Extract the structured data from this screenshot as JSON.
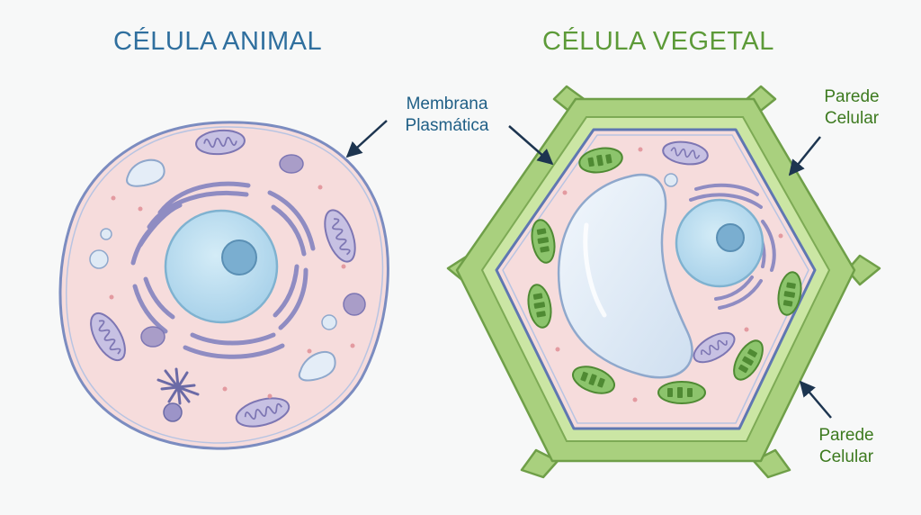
{
  "titles": {
    "animal_cell": "CÉLULA ANIMAL",
    "plant_cell": "CÉLULA VEGETAL"
  },
  "callouts": {
    "membrane": [
      "Membrana",
      "Plasmática"
    ],
    "cell_wall_top": [
      "Parede",
      "Celular"
    ],
    "cell_wall_bottom": [
      "Parede",
      "Celular"
    ]
  },
  "colors": {
    "animal_title": "#2f6f9e",
    "plant_title": "#5c9a38",
    "cytoplasm": "#f6dcdc",
    "membrane": "#7b8cc0",
    "nucleus": "#bfe0f0",
    "nucleolus": "#7aaed0",
    "organelle_purple": "#9c94c8",
    "cell_wall": "#a9d07e",
    "chloroplast": "#8cc46c",
    "vacuole": "#e3eef8"
  }
}
